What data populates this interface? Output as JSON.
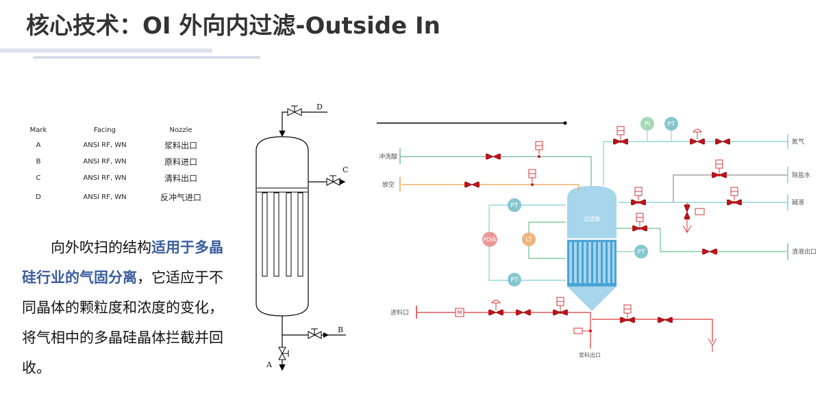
{
  "header": {
    "title": "核心技术：OI 外向内过滤-Outside In"
  },
  "nozzle_table": {
    "columns": [
      "Mark",
      "Facing",
      "Nozzle"
    ],
    "rows": [
      {
        "mark": "A",
        "facing": "ANSI RF, WN",
        "nozzle": "浆料出口"
      },
      {
        "mark": "B",
        "facing": "ANSI RF, WN",
        "nozzle": "原料进口"
      },
      {
        "mark": "C",
        "facing": "ANSI RF, WN",
        "nozzle": "清料出口"
      },
      {
        "mark": "D",
        "facing": "ANSI RF, WN",
        "nozzle": "反冲气进口"
      }
    ]
  },
  "description": {
    "part1": "向外吹扫的结构",
    "highlight": "适用于多晶硅行业的气固分离",
    "part2": "，它适应于不同晶体的颗粒度和浓度的变化，将气相中的多晶硅晶体拦截并回收。"
  },
  "vessel_diagram": {
    "labels": {
      "A": "A",
      "B": "B",
      "C": "C",
      "D": "D"
    }
  },
  "pid_diagram": {
    "vessel_label": "过滤器",
    "lines": {
      "flush_acid": "冲洗酸",
      "vent": "放空",
      "feed_inlet": "进料口",
      "slurry_outlet": "浆料出口",
      "nitrogen": "氮气",
      "desalted_water": "除盐水",
      "lye": "碱液",
      "clear_outlet": "清液出口"
    },
    "instruments": {
      "pi": "PI",
      "pt": "PT",
      "pdia": "PDIA",
      "lt": "LT",
      "motor": "M"
    },
    "colors": {
      "valve": "#c0161c",
      "water_line": "#7fcfd8",
      "vent_line": "#e8a24a",
      "green_line": "#6cc08c",
      "red_line": "#d9363a",
      "vessel": "#a6d5ec",
      "vessel_dark": "#4aa3d6",
      "pt_bubble": "#86c7cf",
      "pi_bubble": "#a6d8b6",
      "pdia_bubble": "#e99a98",
      "lt_bubble": "#f0b47c"
    }
  }
}
